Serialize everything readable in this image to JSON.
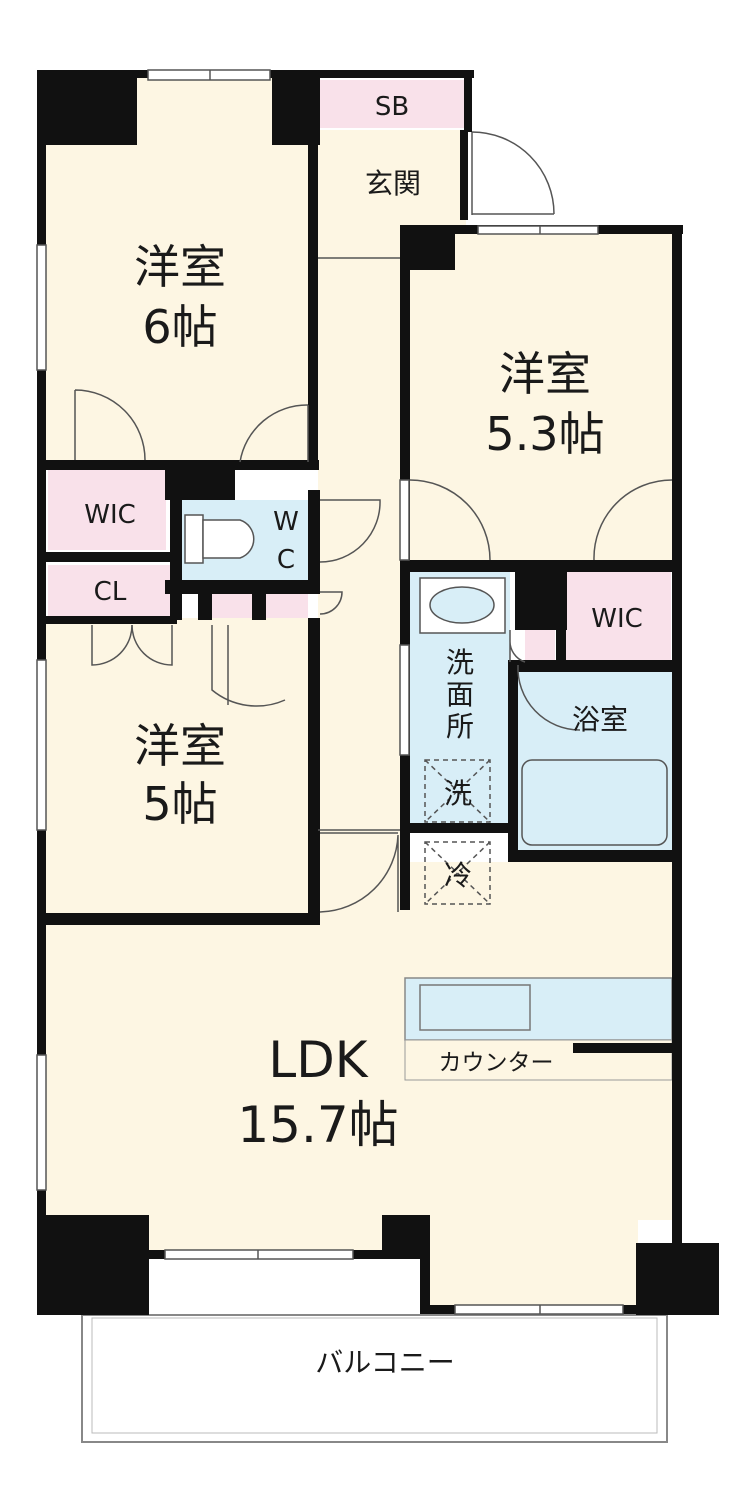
{
  "rooms": {
    "western_6": {
      "name": "洋室",
      "size": "6帖"
    },
    "western_5_3": {
      "name": "洋室",
      "size": "5.3帖"
    },
    "western_5": {
      "name": "洋室",
      "size": "5帖"
    },
    "ldk": {
      "name": "LDK",
      "size": "15.7帖"
    }
  },
  "labels": {
    "sb": "SB",
    "entrance": "玄関",
    "wic_left": "WIC",
    "wic_right": "WIC",
    "cl": "CL",
    "wc_w": "W",
    "wc_c": "C",
    "washroom_1": "洗",
    "washroom_2": "面",
    "washroom_3": "所",
    "washer": "洗",
    "fridge": "冷",
    "bath": "浴室",
    "counter": "カウンター",
    "balcony": "バルコニー"
  },
  "colors": {
    "room_fill": "#fdf6e3",
    "storage_fill": "#f9e1ea",
    "water_fill": "#d8eef7",
    "wall": "#111111"
  }
}
